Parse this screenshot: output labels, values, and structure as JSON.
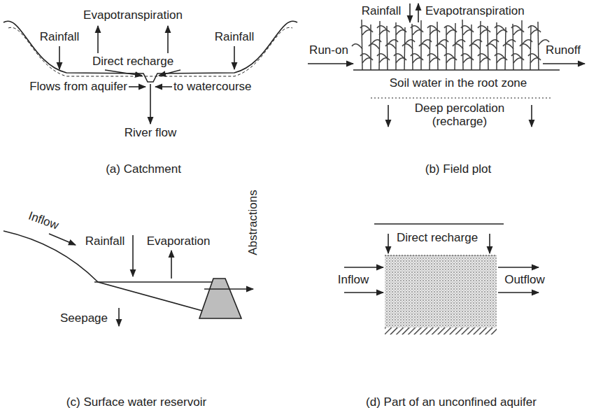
{
  "diagram": {
    "labels": [
      "Evapotranspiration",
      "Rainfall",
      "Rainfall",
      "Direct recharge",
      "Flows from aquifer",
      "to watercourse",
      "River flow",
      "(a) Catchment",
      "Rainfall",
      "Evapotranspiration",
      "Run-on",
      "Runoff",
      "Soil water in the root zone",
      "Deep percolation (recharge)",
      "(b) Field plot",
      "Abstractions",
      "Rainfall",
      "Evaporation",
      "Inflow",
      "Seepage",
      "(c) Surface water reservoir",
      "Direct recharge",
      "Inflow",
      "Outflow",
      "(d) Part of an unconfined aquifer"
    ]
  }
}
